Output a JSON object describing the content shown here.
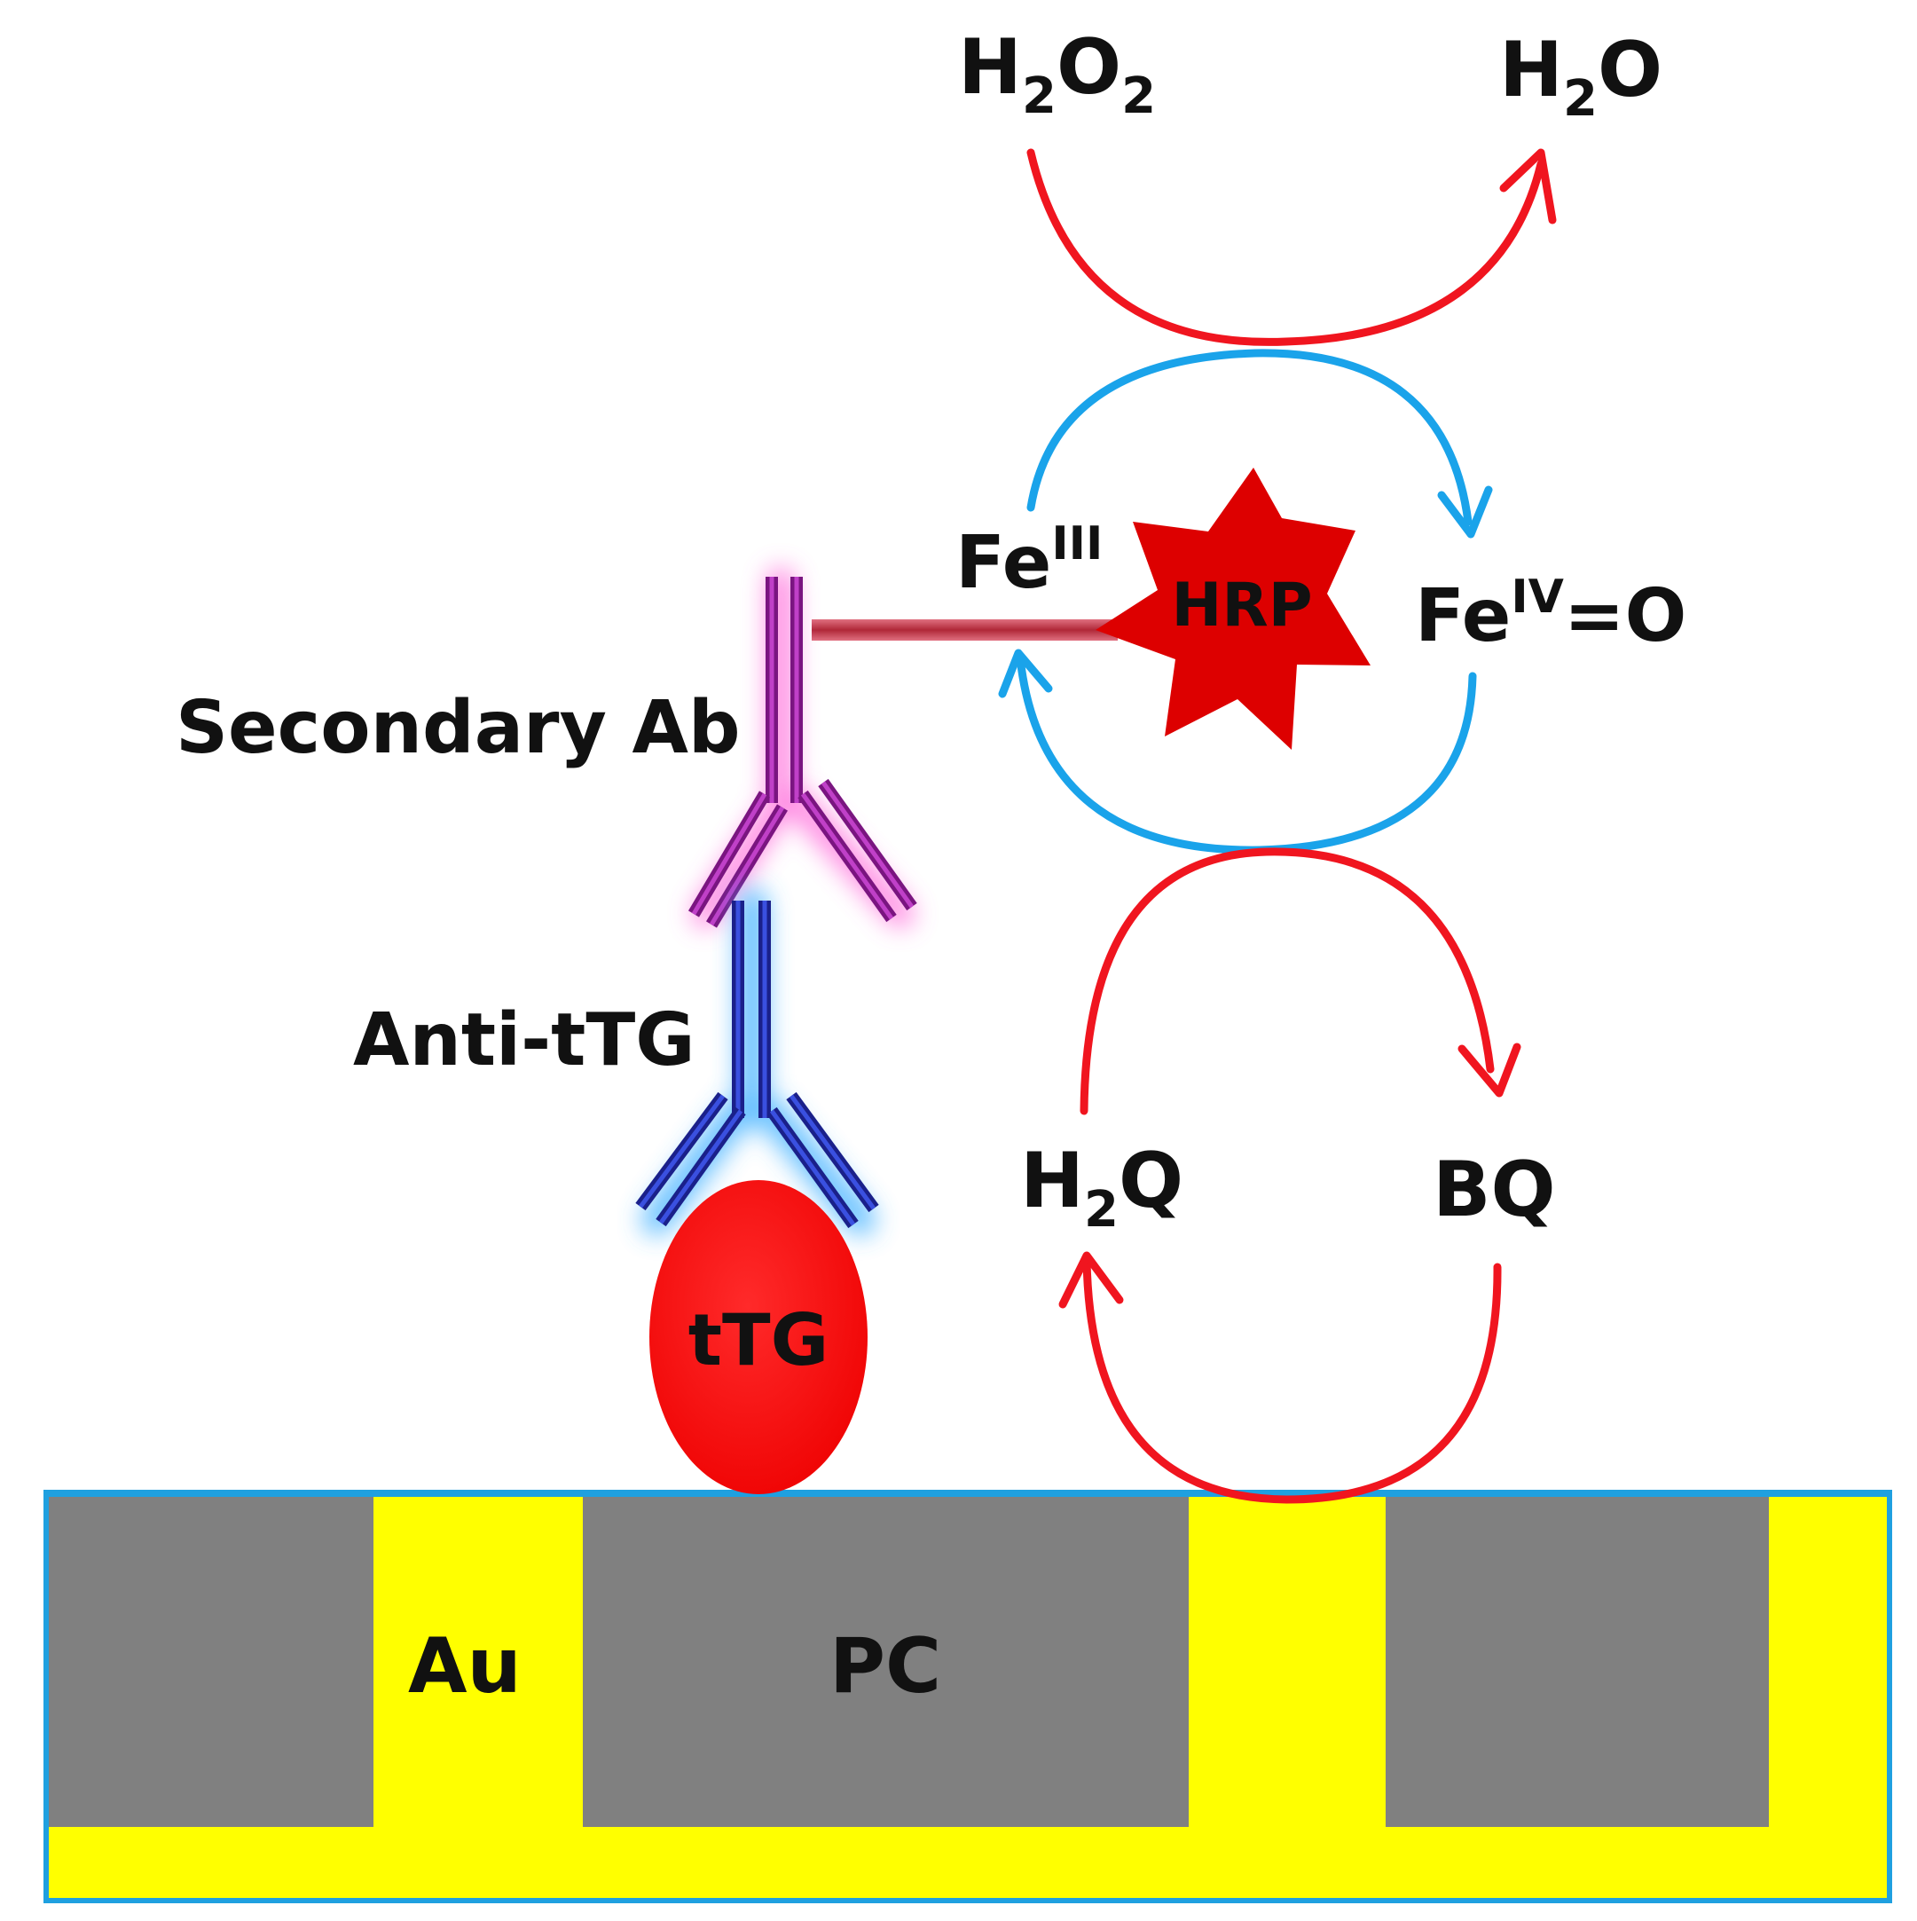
{
  "labels": {
    "h2o2_main": "H",
    "h2o2_sub1": "2",
    "h2o2_mid": "O",
    "h2o2_sub2": "2",
    "h2o_main": "H",
    "h2o_sub": "2",
    "h2o_end": "O",
    "fe3_main": "Fe",
    "fe3_sup": "III",
    "fe4_main": "Fe",
    "fe4_sup": "IV",
    "fe4_end": "=O",
    "hrp": "HRP",
    "secondary_ab": "Secondary Ab",
    "anti_ttg": "Anti-tTG",
    "ttg": "tTG",
    "h2q_main": "H",
    "h2q_sub": "2",
    "h2q_end": "Q",
    "bq": "BQ",
    "au": "Au",
    "pc": "PC"
  },
  "colors": {
    "gold": "#ffff00",
    "pc": "#808080",
    "frame": "#1fa0e0",
    "red_arrow": "#f0151f",
    "blue_arrow": "#1aa3ea",
    "hrp": "#dd0000",
    "ttg": "#ff0000",
    "secondary_ab": "#9b1ea2",
    "anti_ttg": "#2430b0",
    "linker": "#c04050"
  }
}
